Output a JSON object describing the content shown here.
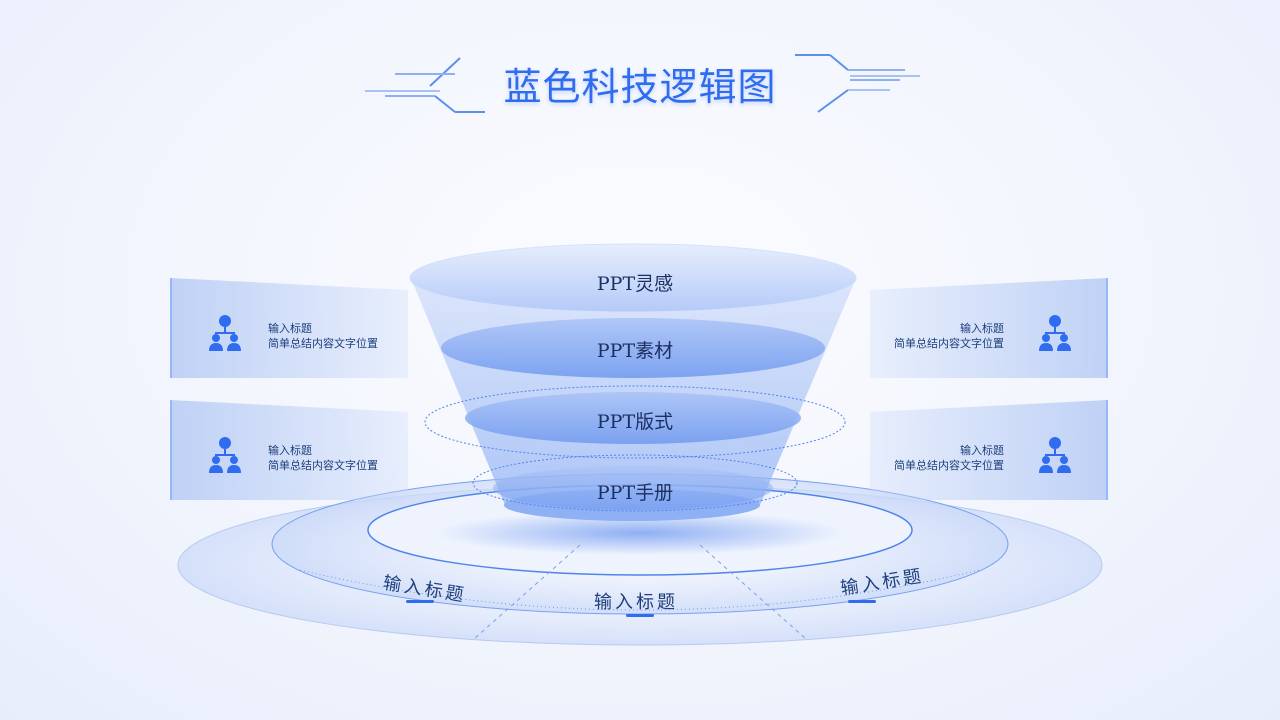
{
  "title": "蓝色科技逻辑图",
  "funnel": {
    "levels": [
      "PPT灵感",
      "PPT素材",
      "PPT版式",
      "PPT手册"
    ]
  },
  "panels": {
    "left": [
      {
        "title": "输入标题",
        "desc": "简单总结内容文字位置",
        "icon": "people-group-icon"
      },
      {
        "title": "输入标题",
        "desc": "简单总结内容文字位置",
        "icon": "people-group-icon"
      }
    ],
    "right": [
      {
        "title": "输入标题",
        "desc": "简单总结内容文字位置",
        "icon": "people-group-icon"
      },
      {
        "title": "输入标题",
        "desc": "简单总结内容文字位置",
        "icon": "people-group-icon"
      }
    ]
  },
  "base_labels": [
    "输入标题",
    "输入标题",
    "输入标题"
  ],
  "colors": {
    "accent": "#2f6cf0",
    "text": "#1d3061",
    "background": "#f2f5fd"
  }
}
